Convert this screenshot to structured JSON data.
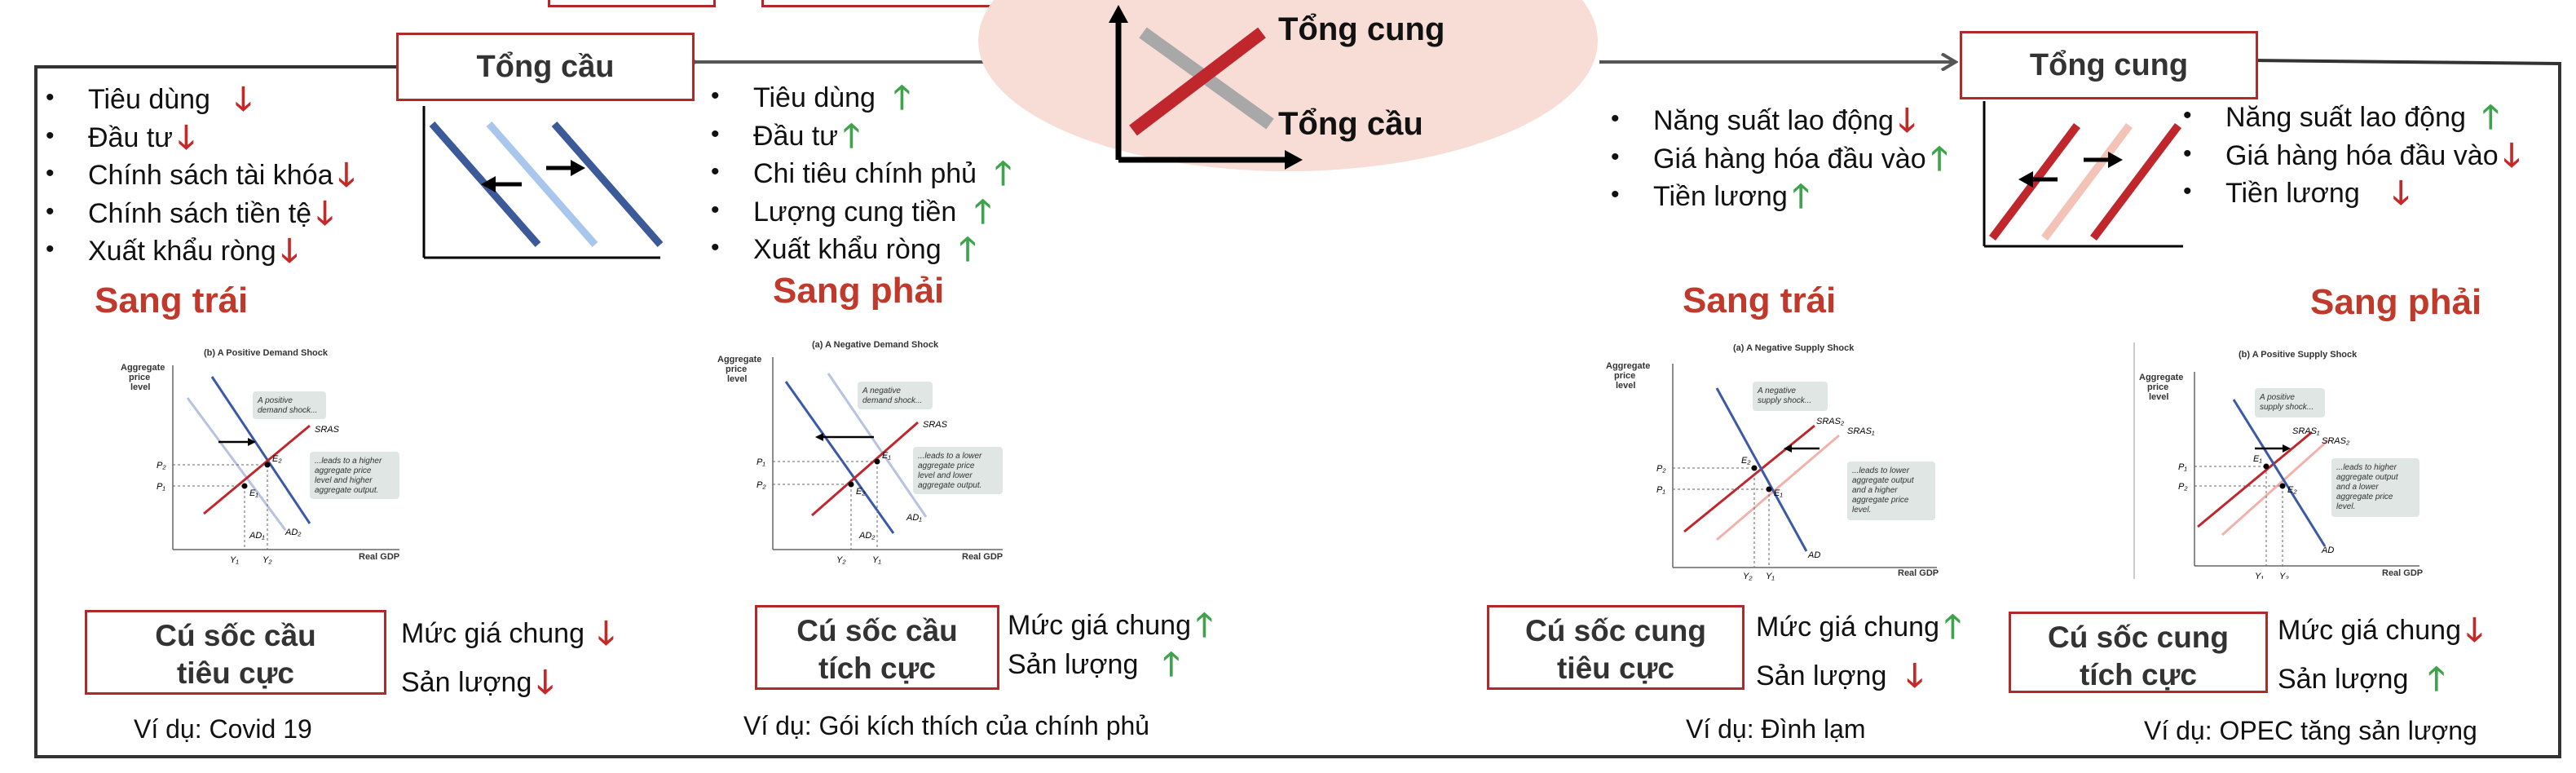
{
  "center": {
    "supply_label": "Tổng cung",
    "demand_label": "Tổng cầu"
  },
  "left_panel": {
    "header": "Tổng cầu",
    "left_list": [
      {
        "text": "Tiêu dùng",
        "dir": "down"
      },
      {
        "text": "Đầu tư",
        "dir": "down"
      },
      {
        "text": "Chính sách tài khóa",
        "dir": "down"
      },
      {
        "text": "Chính sách tiền tệ",
        "dir": "down"
      },
      {
        "text": "Xuất khẩu ròng",
        "dir": "down"
      }
    ],
    "right_list": [
      {
        "text": "Tiêu dùng",
        "dir": "up"
      },
      {
        "text": "Đầu tư",
        "dir": "up"
      },
      {
        "text": "Chi tiêu chính phủ",
        "dir": "up"
      },
      {
        "text": "Lượng cung tiền",
        "dir": "up"
      },
      {
        "text": "Xuất khẩu ròng",
        "dir": "up"
      }
    ],
    "shift_left": "Sang trái",
    "shift_right": "Sang phải",
    "chart_a": {
      "title": "(b) A Positive Demand Shock",
      "y_axis": "Aggregate\nprice\nlevel",
      "x_axis": "Real GDP",
      "note1": "A positive\ndemand shock...",
      "note2": "...leads to a higher\naggregate price\nlevel and higher\naggregate output.",
      "labels": {
        "sras": "SRAS",
        "ad1": "AD₁",
        "ad2": "AD₂",
        "p2": "P₂",
        "p1": "P₁",
        "e1": "E₁",
        "e2": "E₂",
        "y1": "Y₁",
        "y2": "Y₂"
      }
    },
    "chart_b": {
      "title": "(a) A Negative Demand Shock",
      "y_axis": "Aggregate\nprice\nlevel",
      "x_axis": "Real GDP",
      "note1": "A negative\ndemand shock...",
      "note2": "...leads to a lower\naggregate price\nlevel and lower\naggregate output.",
      "labels": {
        "sras": "SRAS",
        "ad1": "AD₁",
        "ad2": "AD₂",
        "p1": "P₁",
        "p2": "P₂",
        "e1": "E₁",
        "e2": "E₂",
        "y1": "Y₁",
        "y2": "Y₂"
      }
    },
    "shock_left": {
      "line1": "Cú sốc cầu",
      "line2": "tiêu cực",
      "price": "Mức giá chung",
      "price_dir": "down",
      "output": "Sản lượng",
      "output_dir": "down",
      "example": "Ví dụ: Covid 19"
    },
    "shock_right": {
      "line1": "Cú sốc cầu",
      "line2": "tích cực",
      "price": "Mức giá chung",
      "price_dir": "up",
      "output": "Sản lượng",
      "output_dir": "up",
      "example": "Ví dụ: Gói kích thích của chính phủ"
    }
  },
  "right_panel": {
    "header": "Tổng cung",
    "left_list": [
      {
        "text": "Năng suất lao động",
        "dir": "down"
      },
      {
        "text": "Giá hàng hóa đầu vào",
        "dir": "up"
      },
      {
        "text": "Tiền lương",
        "dir": "up"
      }
    ],
    "right_list": [
      {
        "text": "Năng suất lao động",
        "dir": "up"
      },
      {
        "text": "Giá hàng hóa đầu vào",
        "dir": "down"
      },
      {
        "text": "Tiền lương",
        "dir": "down"
      }
    ],
    "shift_left": "Sang trái",
    "shift_right": "Sang phải",
    "chart_c": {
      "title": "(a) A Negative Supply Shock",
      "y_axis": "Aggregate\nprice\nlevel",
      "x_axis": "Real GDP",
      "note1": "A negative\nsupply shock...",
      "note2": "...leads to lower\naggregate output\nand a higher\naggregate price\nlevel.",
      "labels": {
        "sras1": "SRAS₁",
        "sras2": "SRAS₂",
        "ad": "AD",
        "p2": "P₂",
        "p1": "P₁",
        "e1": "E₁",
        "e2": "E₂",
        "y2": "Y₂",
        "y1": "Y₁"
      }
    },
    "chart_d": {
      "title": "(b) A Positive Supply Shock",
      "y_axis": "Aggregate\nprice\nlevel",
      "x_axis": "Real GDP",
      "note1": "A positive\nsupply shock...",
      "note2": "...leads to higher\naggregate output\nand a lower\naggregate price\nlevel.",
      "labels": {
        "sras1": "SRAS₁",
        "sras2": "SRAS₂",
        "ad": "AD",
        "p1": "P₁",
        "p2": "P₂",
        "e1": "E₁",
        "e2": "E₂",
        "y1": "Y₁",
        "y2": "Y₂"
      }
    },
    "shock_left": {
      "line1": "Cú sốc cung",
      "line2": "tiêu cực",
      "price": "Mức giá chung",
      "price_dir": "up",
      "output": "Sản lượng",
      "output_dir": "down",
      "example": "Ví dụ: Đình lạm"
    },
    "shock_right": {
      "line1": "Cú sốc cung",
      "line2": "tích cực",
      "price": "Mức giá chung",
      "price_dir": "down",
      "output": "Sản lượng",
      "output_dir": "up",
      "example": "Ví dụ: OPEC tăng sản lượng"
    }
  },
  "colors": {
    "red": "#c0392b",
    "up": "#3fa34d",
    "down": "#c62828",
    "blue": "#3c5a9a",
    "light_blue": "#a9c7ec",
    "pink": "#f3c3b8",
    "ellipse": "#f7ddd6"
  }
}
